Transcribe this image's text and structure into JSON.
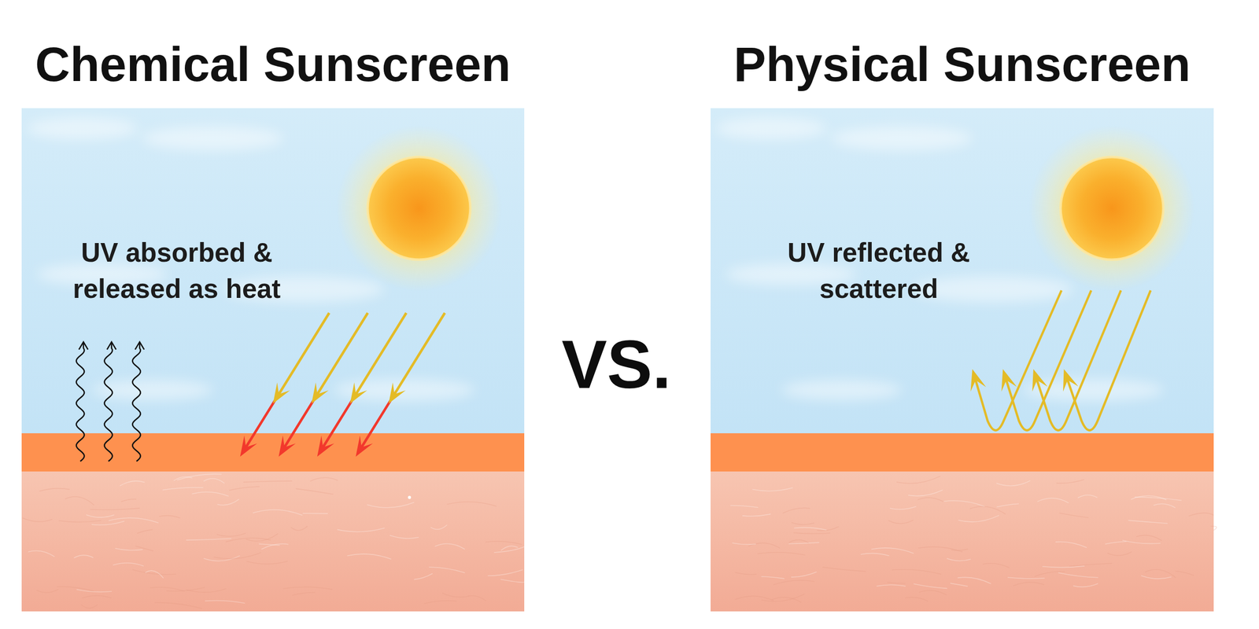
{
  "diagram": {
    "nodes": [
      {
        "text": [
          "Chemical Sunscreen",
          "UV absorbed & released as heat"
        ]
      },
      {
        "text": [
          "Physical Sunscreen",
          "UV reflected & scattered"
        ]
      }
    ],
    "labels": [
      "VS."
    ]
  }
}
